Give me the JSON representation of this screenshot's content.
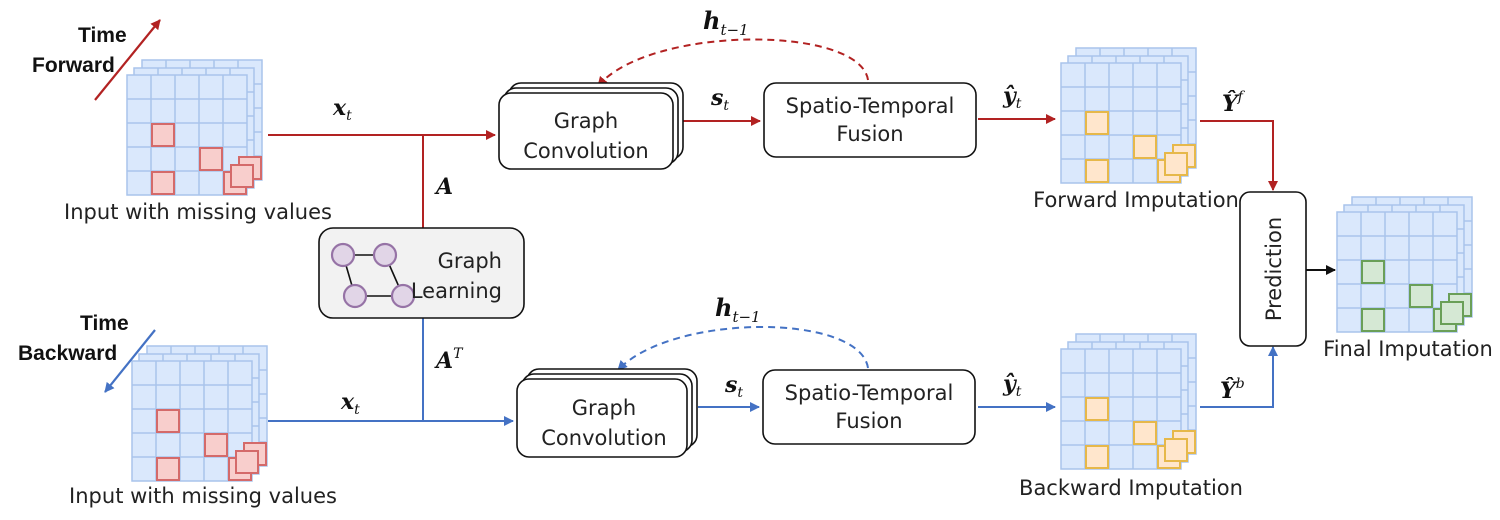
{
  "forward": {
    "time_label_1": "Time",
    "time_label_2": "Forward",
    "input_caption": "Input with missing values",
    "x_label": "x",
    "x_sub": "t",
    "adj_label": "A",
    "conv_label_1": "Graph",
    "conv_label_2": "Convolution",
    "s_label": "s",
    "s_sub": "t",
    "h_label": "h",
    "h_sub": "t−1",
    "fusion_label_1": "Spatio-Temporal",
    "fusion_label_2": "Fusion",
    "yhat_label": "ŷ",
    "yhat_sub": "t",
    "imputation_caption": "Forward Imputation",
    "Y_label": "Ŷ",
    "Y_sup": "f"
  },
  "backward": {
    "time_label_1": "Time",
    "time_label_2": "Backward",
    "input_caption": "Input with missing values",
    "x_label": "x",
    "x_sub": "t",
    "adj_label": "A",
    "adj_sup": "T",
    "conv_label_1": "Graph",
    "conv_label_2": "Convolution",
    "s_label": "s",
    "s_sub": "t",
    "h_label": "h",
    "h_sub": "t−1",
    "fusion_label_1": "Spatio-Temporal",
    "fusion_label_2": "Fusion",
    "yhat_label": "ŷ",
    "yhat_sub": "t",
    "imputation_caption": "Backward Imputation",
    "Y_label": "Ŷ",
    "Y_sup": "b"
  },
  "graph_learning": {
    "label_1": "Graph",
    "label_2": "Learning"
  },
  "prediction": {
    "label": "Prediction"
  },
  "final": {
    "caption": "Final Imputation"
  },
  "colors": {
    "forward": "#b22222",
    "backward": "#4472c4",
    "grid_fill": "#dae8fc",
    "grid_line": "#a9c4eb",
    "missing_fill": "#f8cecc",
    "missing_stroke": "#d46a6a",
    "imputed_fill": "#ffe6cc",
    "imputed_stroke": "#e6b84a",
    "final_fill": "#d5e8d4",
    "final_stroke": "#6a9f58",
    "node_fill": "#e1d5e7",
    "node_stroke": "#9673a6"
  }
}
